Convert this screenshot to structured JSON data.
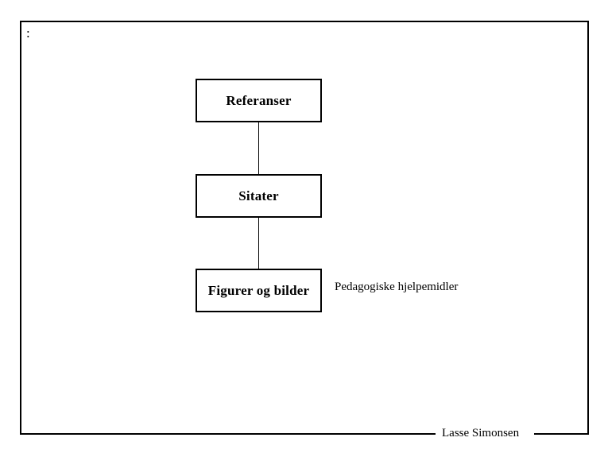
{
  "slide": {
    "background_color": "#ffffff",
    "line_color": "#000000",
    "marker": ":",
    "side_label": "Pedagogiske hjelpemidler",
    "signature": "Lasse Simonsen"
  },
  "diagram": {
    "type": "vertical-flow",
    "nodes": [
      {
        "id": "referanser",
        "label": "Referanser"
      },
      {
        "id": "sitater",
        "label": "Sitater"
      },
      {
        "id": "figurer",
        "label": "Figurer og bilder"
      }
    ],
    "connectors": [
      {
        "from": "referanser",
        "to": "sitater"
      },
      {
        "from": "sitater",
        "to": "figurer"
      }
    ]
  }
}
